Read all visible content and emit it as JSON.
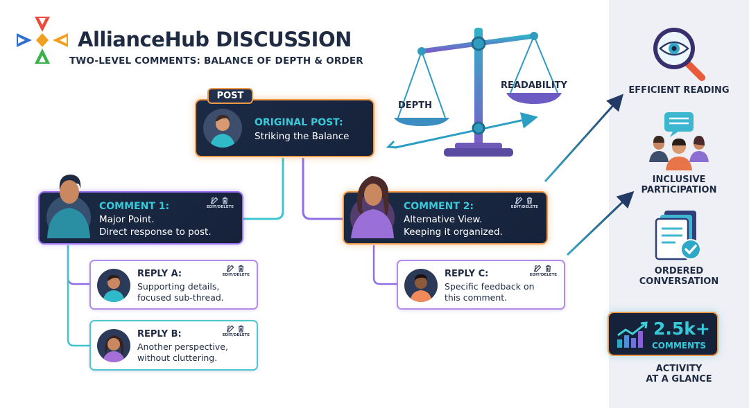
{
  "header": {
    "brand_name": "AllianceHub",
    "brand_suffix": "DISCUSSION",
    "subtitle": "TWO-LEVEL COMMENTS: BALANCE OF DEPTH & ORDER"
  },
  "post": {
    "tag": "POST",
    "title": "ORIGINAL POST:",
    "text": "Striking the Balance"
  },
  "comments": [
    {
      "title": "COMMENT 1:",
      "line1": "Major Point.",
      "line2": "Direct response to post.",
      "action": "EDIT/DELETE"
    },
    {
      "title": "COMMENT 2:",
      "line1": "Alternative View.",
      "line2": "Keeping it organized.",
      "action": "EDIT/DELETE"
    }
  ],
  "replies": [
    {
      "title": "REPLY A:",
      "line1": "Supporting details,",
      "line2": "focused sub-thread.",
      "action": "EDIT/DELETE"
    },
    {
      "title": "REPLY B:",
      "line1": "Another perspective,",
      "line2": "without cluttering.",
      "action": "EDIT/DELETE"
    },
    {
      "title": "REPLY C:",
      "line1": "Specific feedback on",
      "line2": "this comment.",
      "action": "EDIT/DELETE"
    }
  ],
  "scale": {
    "left_label": "DEPTH",
    "right_label": "READABILITY"
  },
  "benefits": [
    {
      "label_line1": "EFFICIENT READING",
      "label_line2": "",
      "icon": "magnifier-eye-icon"
    },
    {
      "label_line1": "INCLUSIVE",
      "label_line2": "PARTICIPATION",
      "icon": "group-chat-icon"
    },
    {
      "label_line1": "ORDERED",
      "label_line2": "CONVERSATION",
      "icon": "ordered-documents-icon"
    }
  ],
  "stats": {
    "value": "2.5k+",
    "label": "COMMENTS",
    "caption_line1": "ACTIVITY",
    "caption_line2": "AT A GLANCE"
  },
  "colors": {
    "accent_cyan": "#38c9d8",
    "accent_orange": "#ee9a46",
    "accent_purple": "#9a6ff0",
    "dark_navy": "#16223a",
    "text_dark": "#1f2b43",
    "panel_bg": "#eef0f5"
  }
}
